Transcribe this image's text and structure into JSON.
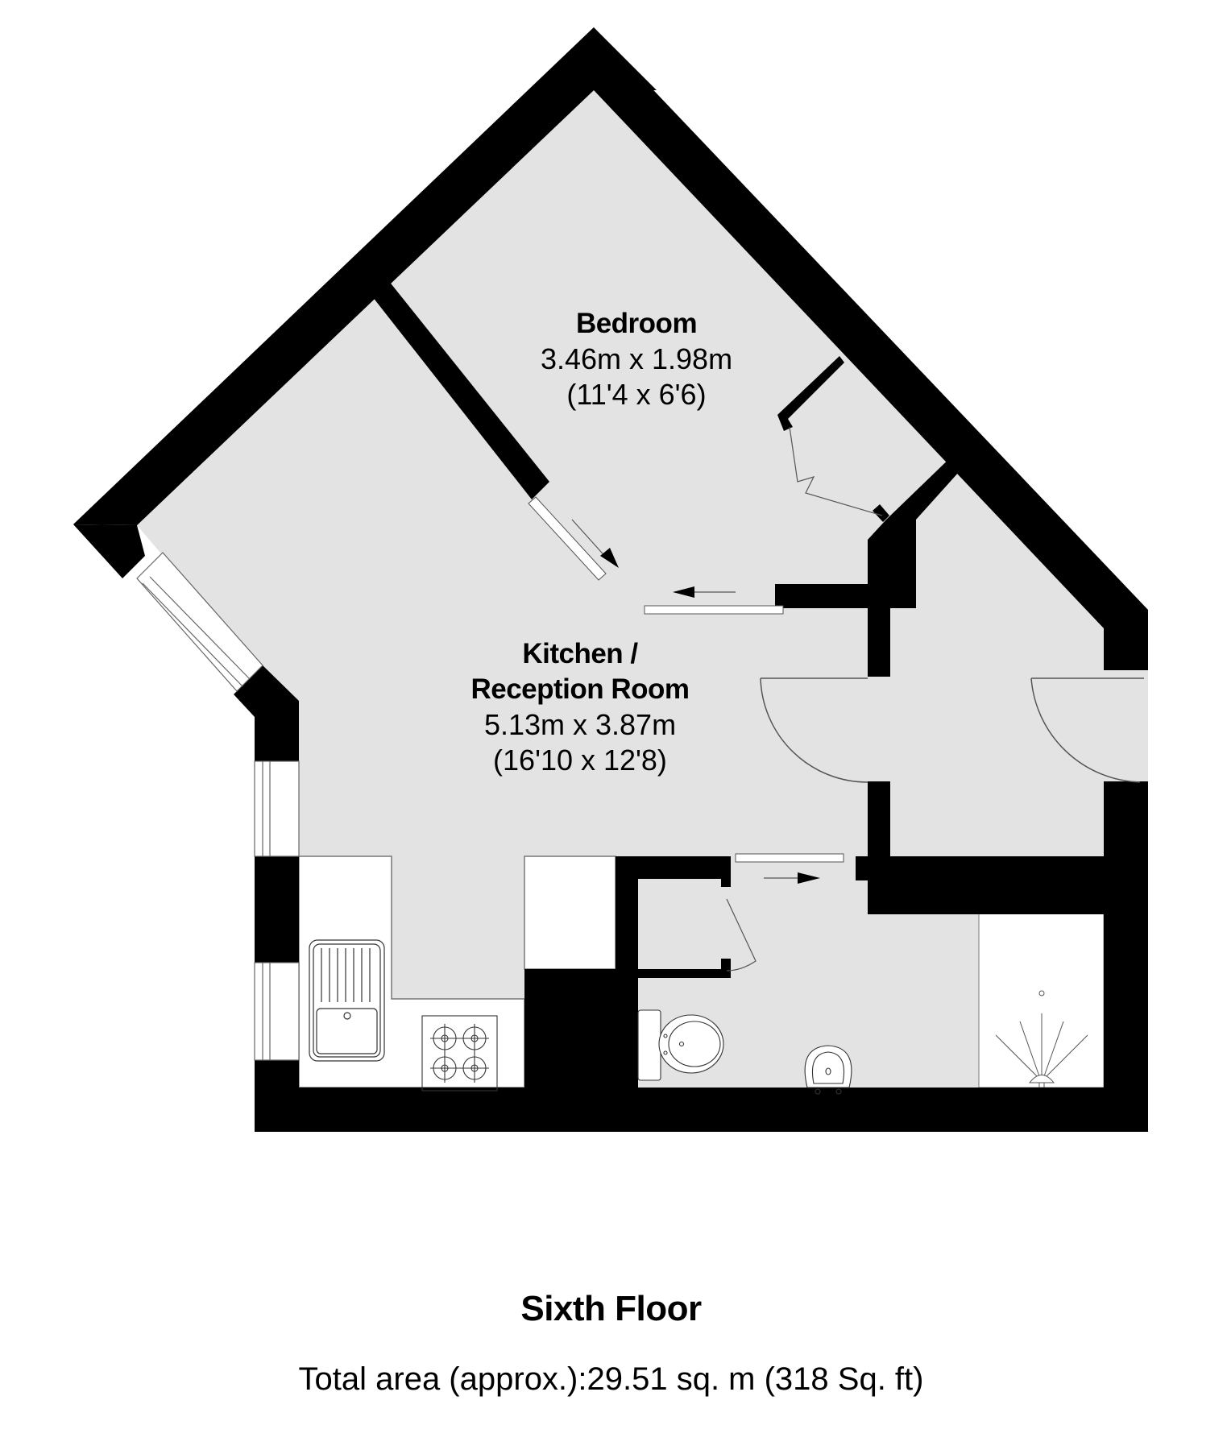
{
  "plan": {
    "floor_title": "Sixth Floor",
    "total_area": "Total area (approx.):29.51 sq. m (318 Sq. ft)",
    "colors": {
      "wall": "#000000",
      "floor": "#e3e3e3",
      "fixture_area": "#ffffff",
      "background": "#ffffff",
      "line": "#555555"
    }
  },
  "rooms": [
    {
      "id": "bedroom",
      "name": "Bedroom",
      "dimensions_metric": "3.46m x 1.98m",
      "dimensions_imperial": "(11'4 x 6'6)"
    },
    {
      "id": "kitchen-reception",
      "name_line1": "Kitchen /",
      "name_line2": "Reception Room",
      "dimensions_metric": "5.13m x 3.87m",
      "dimensions_imperial": "(16'10 x 12'8)"
    }
  ],
  "fixtures": [
    "sink-icon",
    "hob-icon",
    "toilet-icon",
    "basin-icon",
    "shower-icon",
    "wardrobe-icon",
    "sliding-door-icon",
    "swing-door-icon",
    "window-icon"
  ]
}
